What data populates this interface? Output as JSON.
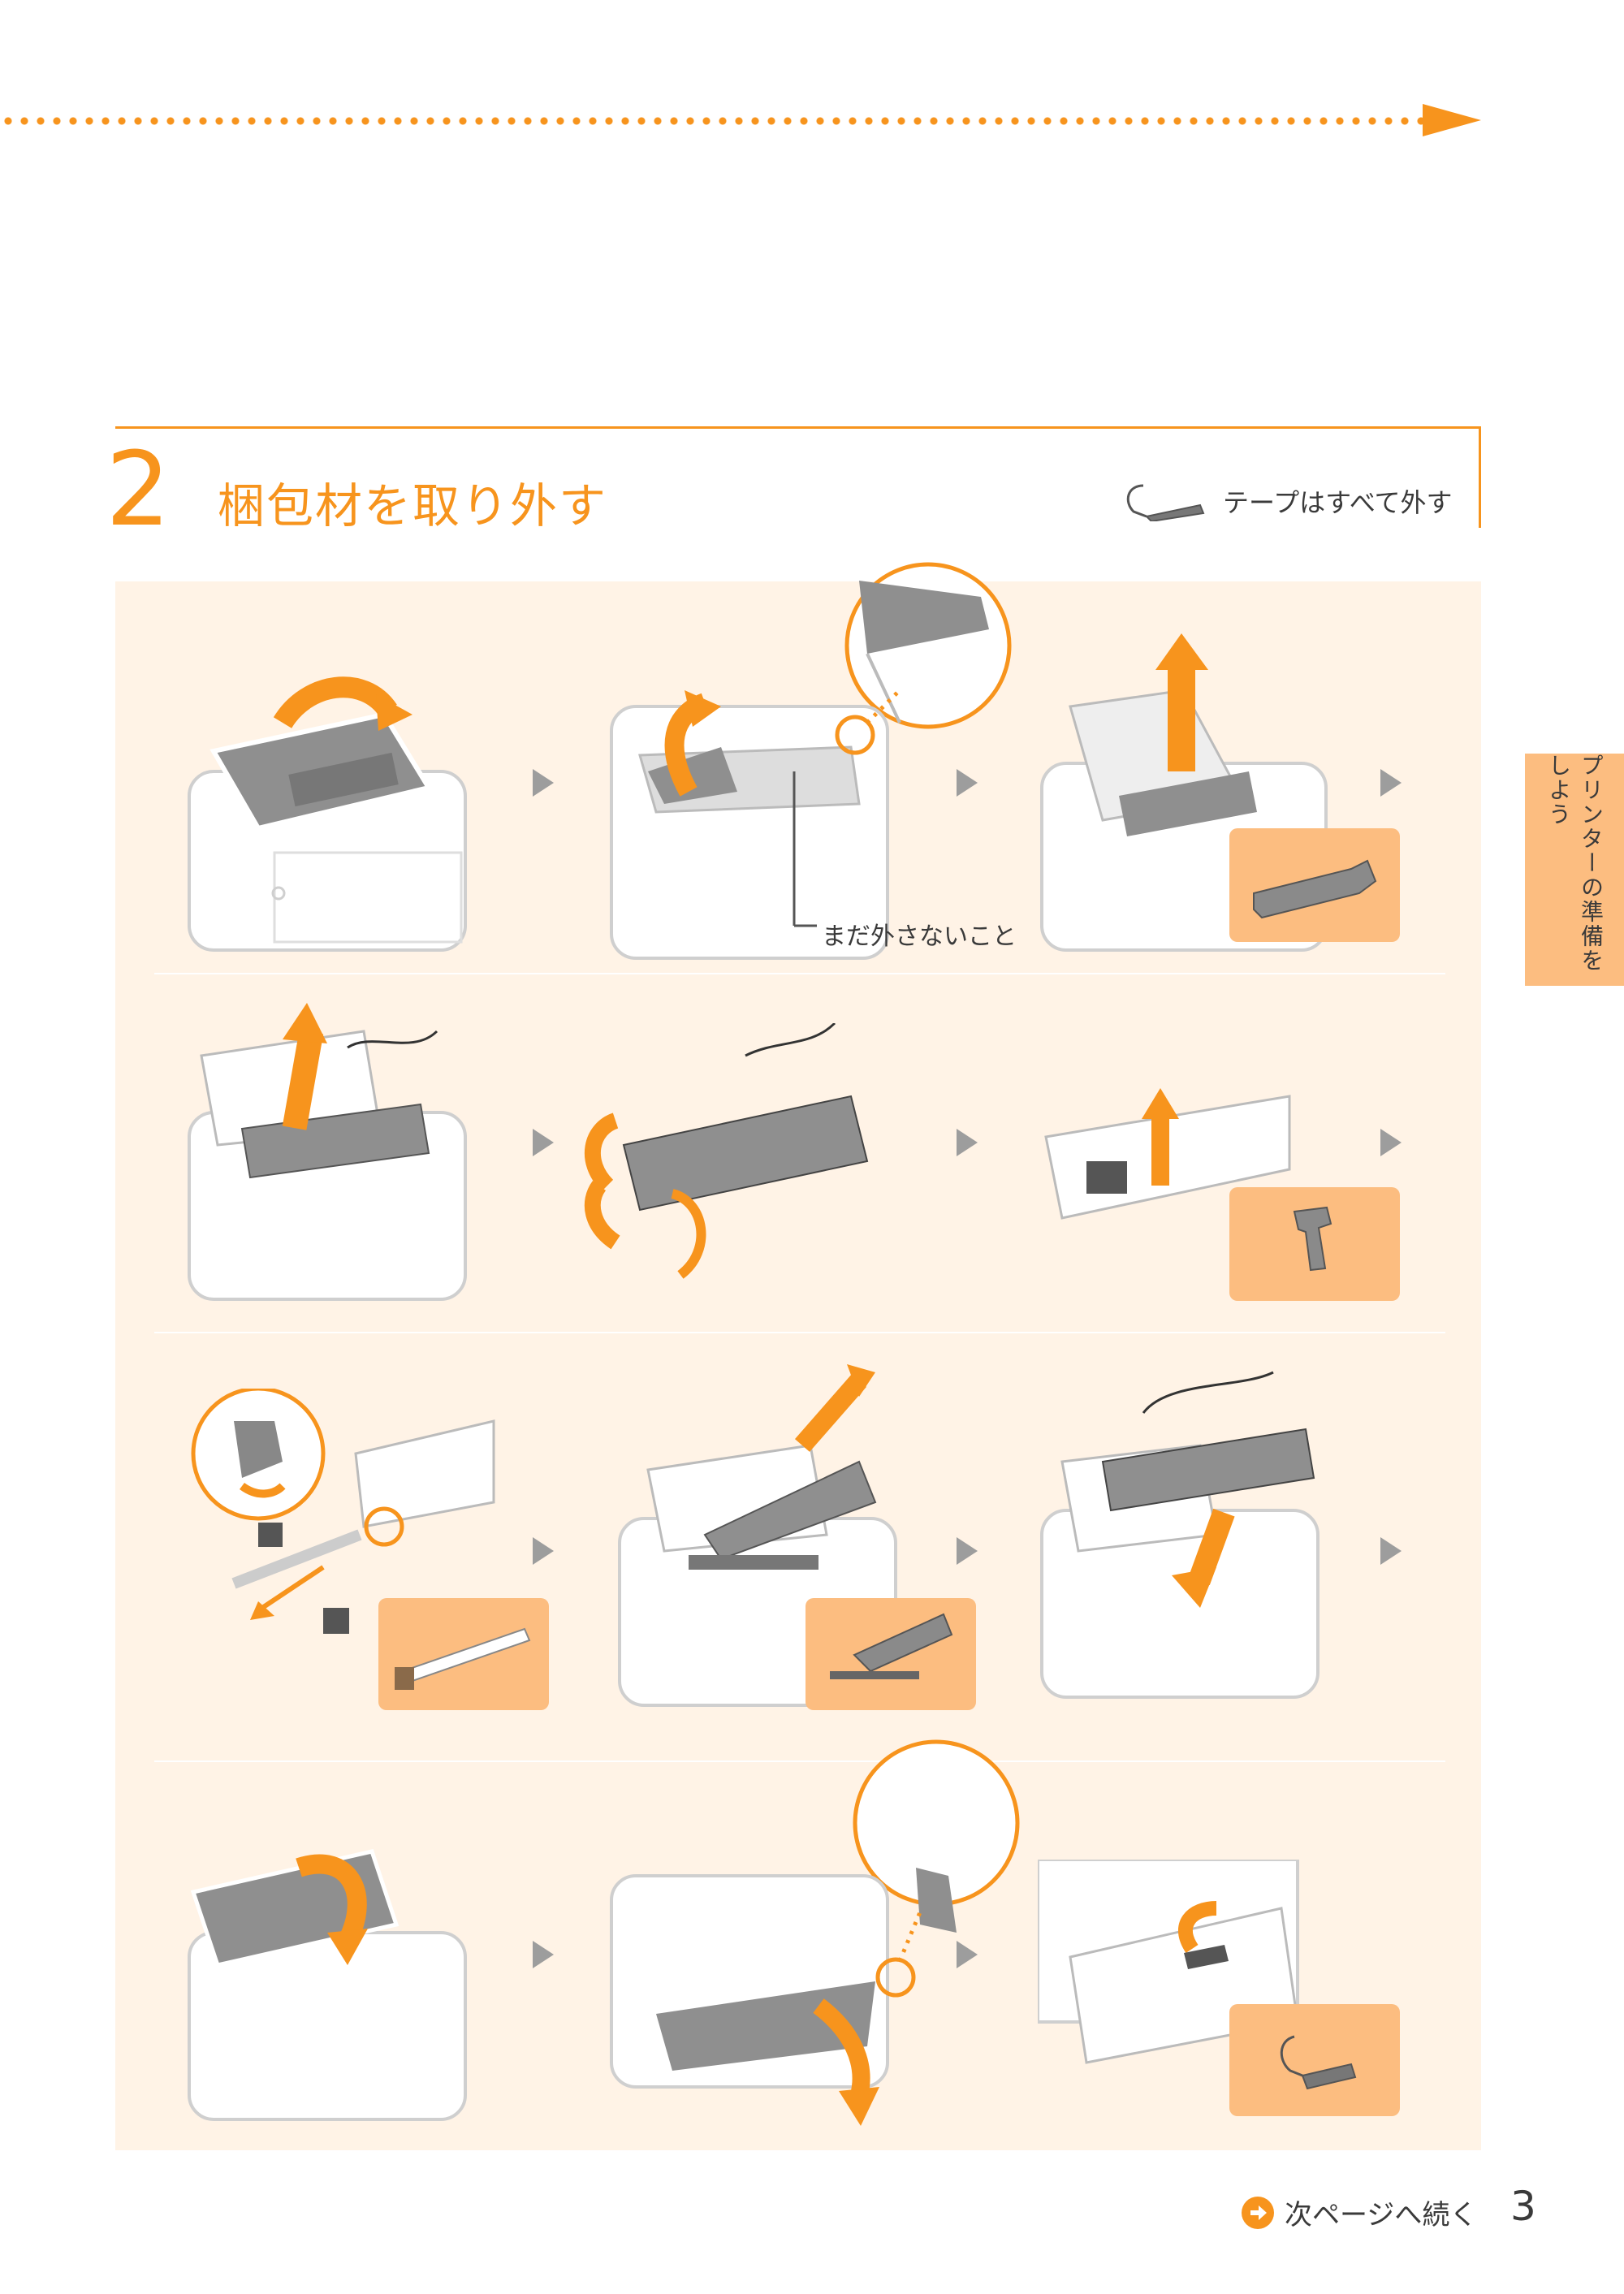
{
  "step": {
    "number": "2",
    "title": "梱包材を取り外す"
  },
  "tape_note": {
    "label": "テープはすべて外す",
    "icon": "tape-icon"
  },
  "callout": {
    "label": "まだ外さないこと"
  },
  "side_tab": {
    "label": "プリンターの準備をしよう"
  },
  "footer": {
    "next_label": "次ページへ続く",
    "page_number": "3",
    "icon": "arrow-right-circle-icon"
  },
  "colors": {
    "accent": "#f7941d",
    "panel_background": "#fff3e6",
    "detail_box": "#fcbd80",
    "step_arrow": "#9d9d9d"
  }
}
